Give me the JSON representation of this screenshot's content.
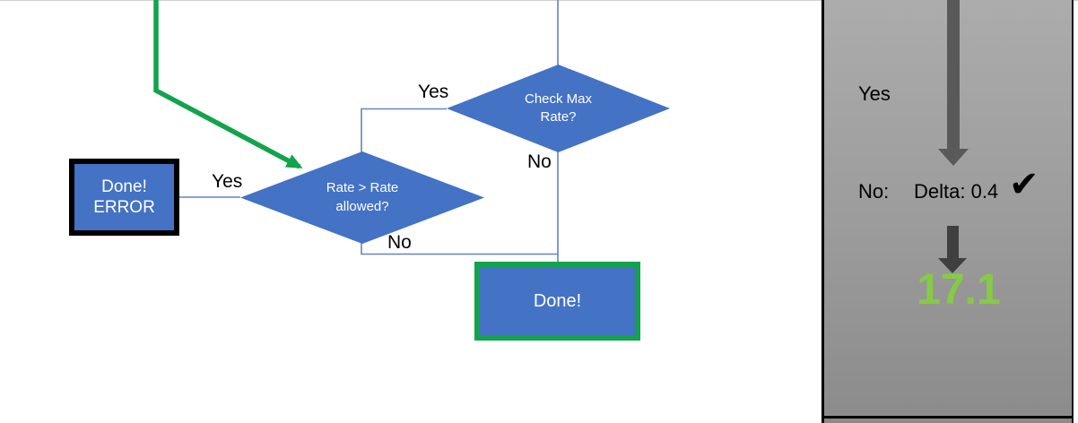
{
  "flowchart": {
    "top_diamond": {
      "line1": "Check Max",
      "line2": "Rate?"
    },
    "mid_diamond": {
      "line1": "Rate > Rate",
      "line2": "allowed?"
    },
    "error_box": {
      "line1": "Done!",
      "line2": "ERROR"
    },
    "done_box": {
      "label": "Done!"
    },
    "edge_labels": {
      "top_yes": "Yes",
      "top_no": "No",
      "mid_yes": "Yes",
      "mid_no": "No"
    }
  },
  "panel": {
    "yes_label": "Yes",
    "no_label": "No:",
    "delta_label": "Delta: 0.4",
    "checkmark": "✔",
    "result_value": "17.1"
  },
  "colors": {
    "shape_fill_blue": "#4472C4",
    "connector_blue": "#6484C4",
    "flow_green": "#12A34C",
    "result_green": "#85CB45",
    "arrow_gray_large": "#595959",
    "arrow_gray_small": "#3F3F3F",
    "panel_gray_top": "#ACACAC",
    "panel_gray_bottom": "#8B8B8B",
    "border_black": "#000000",
    "text_white": "#FFFFFF",
    "text_black": "#000000"
  }
}
